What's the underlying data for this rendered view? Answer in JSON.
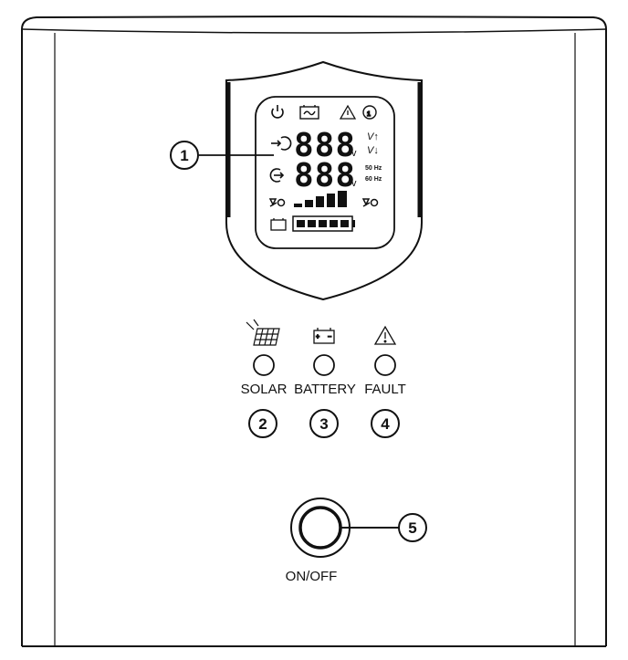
{
  "lcd": {
    "digits_top": "888",
    "digits_bottom": "888",
    "unit_top": "v",
    "unit_bottom": "v",
    "volt_up": "V↑",
    "volt_down": "V↓",
    "freq_50": "50 Hz",
    "freq_60": "60 Hz"
  },
  "indicators": [
    {
      "label": "SOLAR",
      "icon": "solar-panel-icon"
    },
    {
      "label": "BATTERY",
      "icon": "battery-icon"
    },
    {
      "label": "FAULT",
      "icon": "warning-icon"
    }
  ],
  "callouts": {
    "c1": "1",
    "c2": "2",
    "c3": "3",
    "c4": "4",
    "c5": "5"
  },
  "power_button": {
    "label": "ON/OFF"
  }
}
